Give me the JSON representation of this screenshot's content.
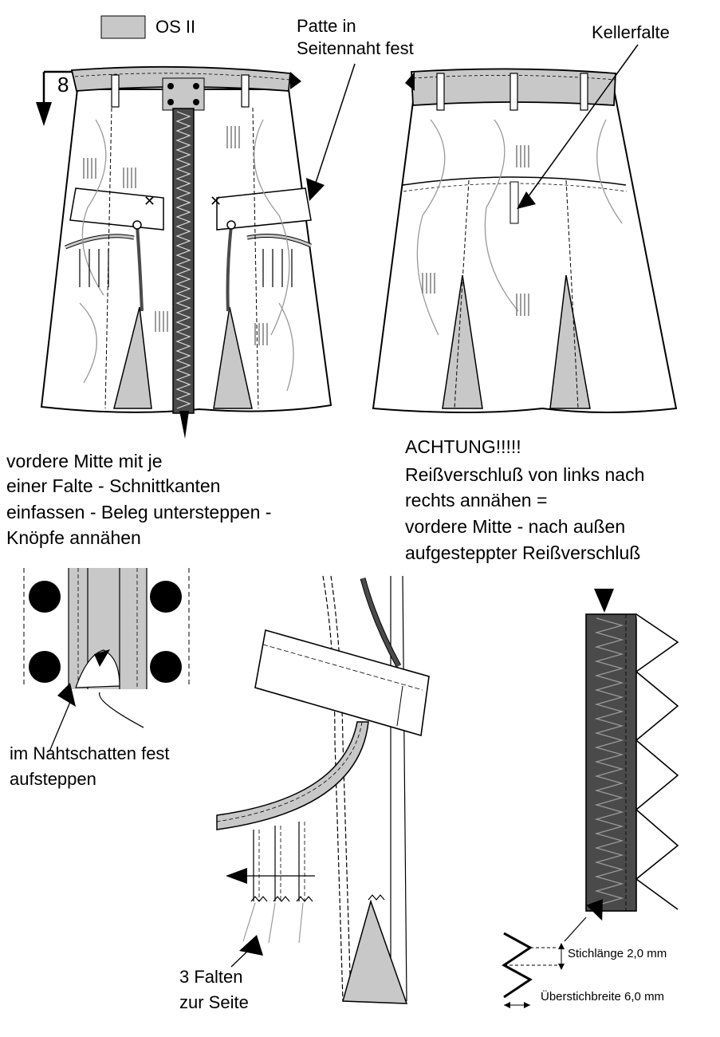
{
  "legend": {
    "swatch_color": "#c8c8c8",
    "label": "OS II"
  },
  "step_number": "8",
  "annotations": {
    "patte": [
      "Patte in",
      "Seitennaht fest"
    ],
    "kellerfalte": "Kellerfalte",
    "front_note": [
      "vordere Mitte mit je",
      "einer Falte - Schnittkanten",
      "einfassen - Beleg untersteppen -",
      "Knöpfe annähen"
    ],
    "warning": [
      "ACHTUNG!!!!!",
      "Reißverschluß von links nach",
      "rechts annähen =",
      "vordere Mitte - nach außen",
      "aufgesteppter Reißverschluß"
    ],
    "nahtschatten": [
      "im Nahtschatten fest",
      "aufsteppen"
    ],
    "falten": [
      "3 Falten",
      "zur Seite"
    ],
    "stichlaenge": "Stichlänge 2,0 mm",
    "ueberstich": "Überstichbreite 6,0 mm"
  },
  "colors": {
    "fabric": "#ffffff",
    "accent_gray": "#c8c8c8",
    "dark_gray": "#4a4a4a",
    "line": "#000000",
    "print": "#999999"
  }
}
